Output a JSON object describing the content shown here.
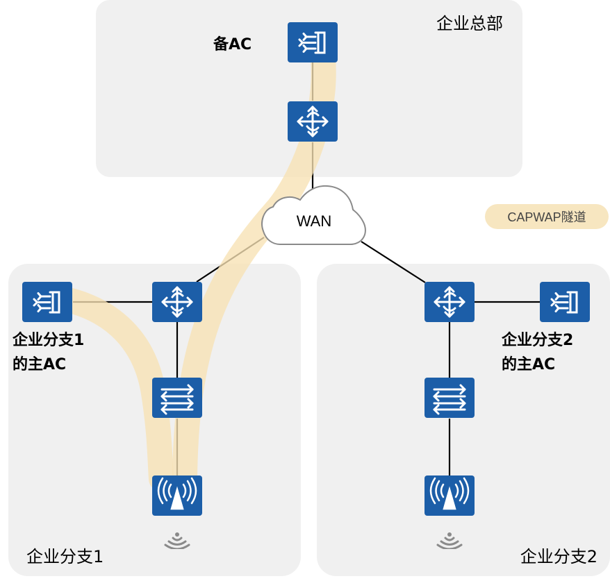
{
  "regions": {
    "hq": {
      "title": "企业总部"
    },
    "branch1": {
      "title": "企业分支1"
    },
    "branch2": {
      "title": "企业分支2"
    }
  },
  "labels": {
    "backup_ac": "备AC",
    "branch1_ac_line1": "企业分支1",
    "branch1_ac_line2": "的主AC",
    "branch2_ac_line1": "企业分支2",
    "branch2_ac_line2": "的主AC",
    "wan": "WAN"
  },
  "legend": {
    "capwap": "CAPWAP隧道"
  },
  "colors": {
    "device": "#1c5ea8",
    "region": "#f0f0f0",
    "tunnel": "#f7e6c0",
    "link": "#000000"
  },
  "icons": {
    "ac": "ac-controller-icon",
    "router": "router-icon",
    "switch": "switch-icon",
    "ap": "access-point-icon",
    "wifi": "wifi-signal-icon",
    "cloud": "cloud-icon"
  }
}
